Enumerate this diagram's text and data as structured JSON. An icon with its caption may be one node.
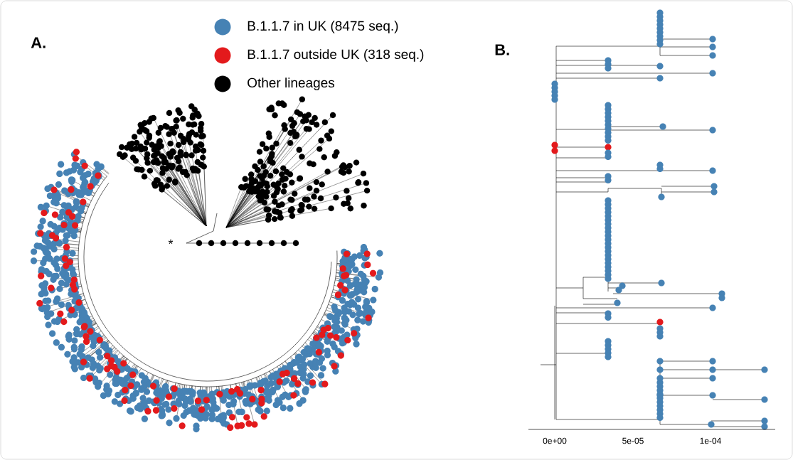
{
  "diagram": {
    "labels": [
      "A.",
      "*",
      "B.",
      "0e+00",
      "5e-05",
      "1e-04"
    ],
    "legend": [
      {
        "text": "B.1.1.7  in UK (8475 seq.)",
        "color": "#4682b4"
      },
      {
        "text": "B.1.1.7 outside UK (318 seq.)",
        "color": "#e31a1c"
      },
      {
        "text": "Other lineages",
        "color": "#000000"
      }
    ]
  }
}
